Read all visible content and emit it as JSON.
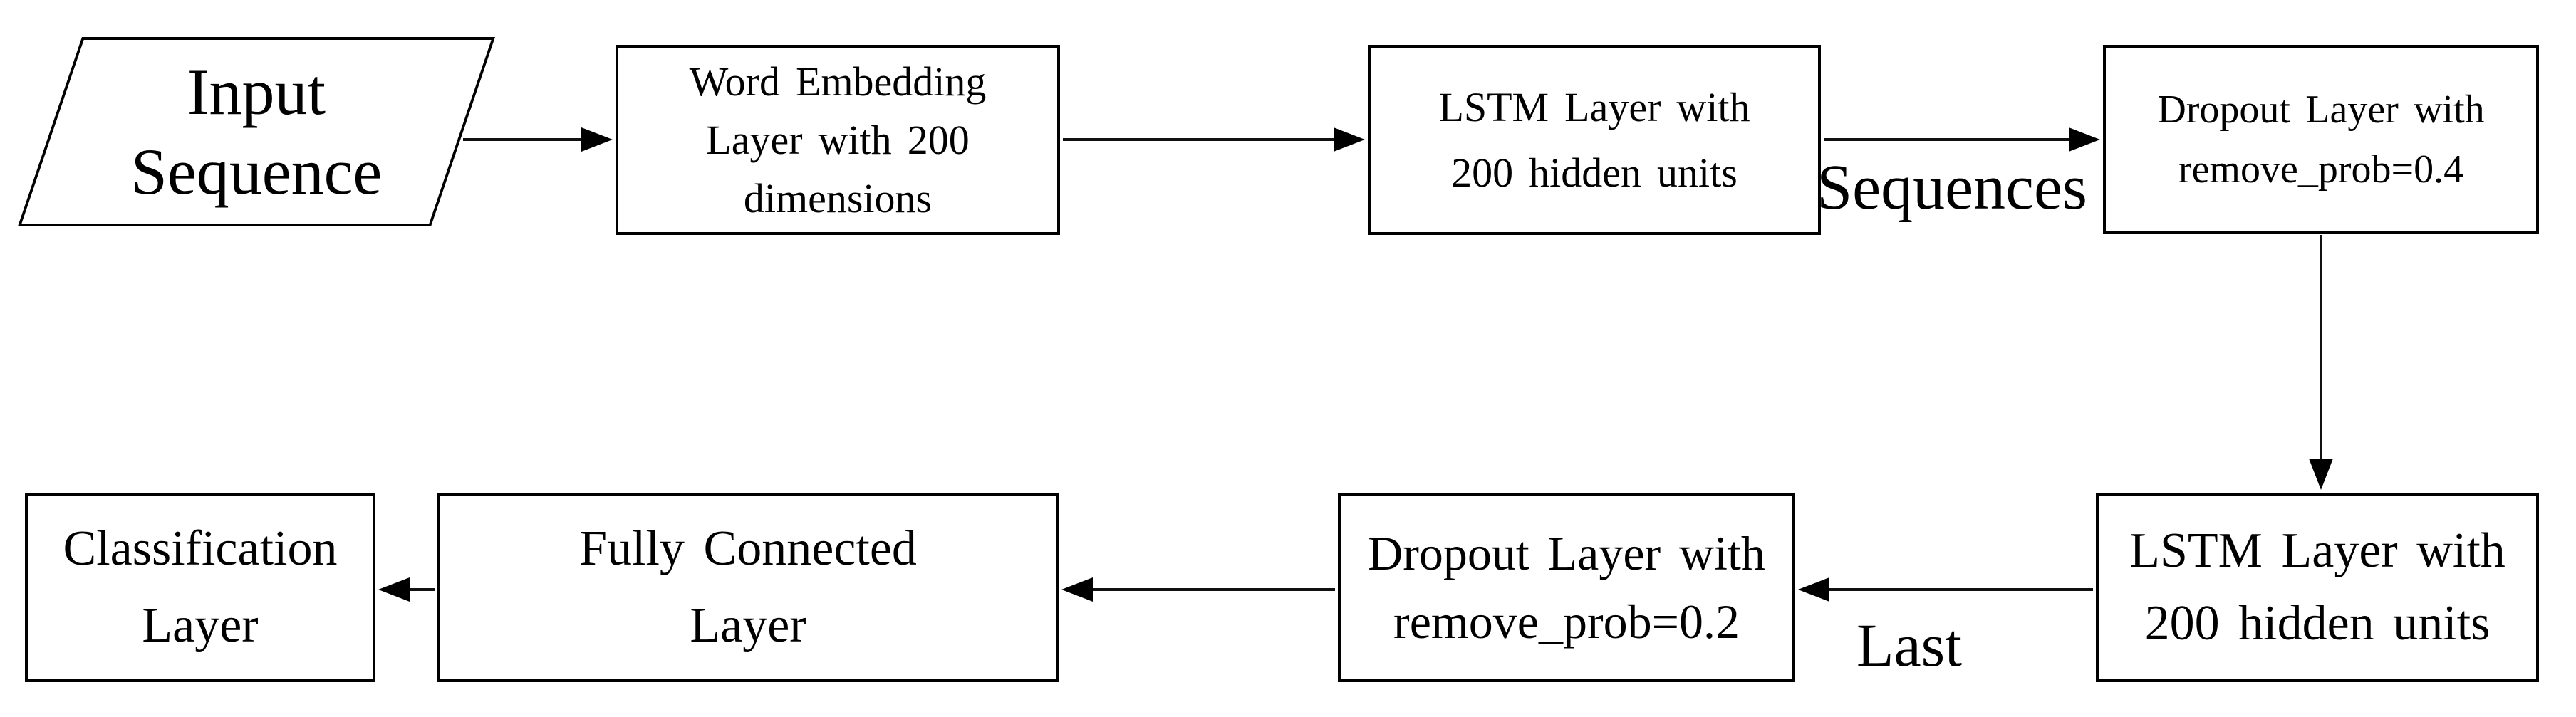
{
  "diagram": {
    "title": "LSTM text classification network flowchart",
    "colors": {
      "stroke": "#000000",
      "background": "#ffffff",
      "text": "#000000"
    },
    "nodes": {
      "input_sequence": {
        "shape": "parallelogram",
        "lines": [
          "Input",
          "Sequence"
        ]
      },
      "word_embedding": {
        "shape": "rectangle",
        "lines": [
          "Word Embedding",
          "Layer with 200",
          "dimensions"
        ]
      },
      "lstm_top": {
        "shape": "rectangle",
        "lines": [
          "LSTM Layer with",
          "200 hidden units"
        ]
      },
      "dropout_04": {
        "shape": "rectangle",
        "lines": [
          "Dropout Layer with",
          "remove_prob=0.4"
        ]
      },
      "lstm_bottom": {
        "shape": "rectangle",
        "lines": [
          "LSTM Layer with",
          "200 hidden units"
        ]
      },
      "dropout_02": {
        "shape": "rectangle",
        "lines": [
          "Dropout Layer with",
          "remove_prob=0.2"
        ]
      },
      "fully_connected": {
        "shape": "rectangle",
        "lines": [
          "Fully Connected",
          "Layer"
        ]
      },
      "classification": {
        "shape": "rectangle",
        "lines": [
          "Classification",
          "Layer"
        ]
      }
    },
    "edge_labels": {
      "sequences": "Sequences",
      "last": "Last"
    },
    "edges": [
      {
        "from": "input_sequence",
        "to": "word_embedding"
      },
      {
        "from": "word_embedding",
        "to": "lstm_top"
      },
      {
        "from": "lstm_top",
        "to": "dropout_04",
        "label": "Sequences"
      },
      {
        "from": "dropout_04",
        "to": "lstm_bottom"
      },
      {
        "from": "lstm_bottom",
        "to": "dropout_02",
        "label": "Last"
      },
      {
        "from": "dropout_02",
        "to": "fully_connected"
      },
      {
        "from": "fully_connected",
        "to": "classification"
      }
    ]
  }
}
